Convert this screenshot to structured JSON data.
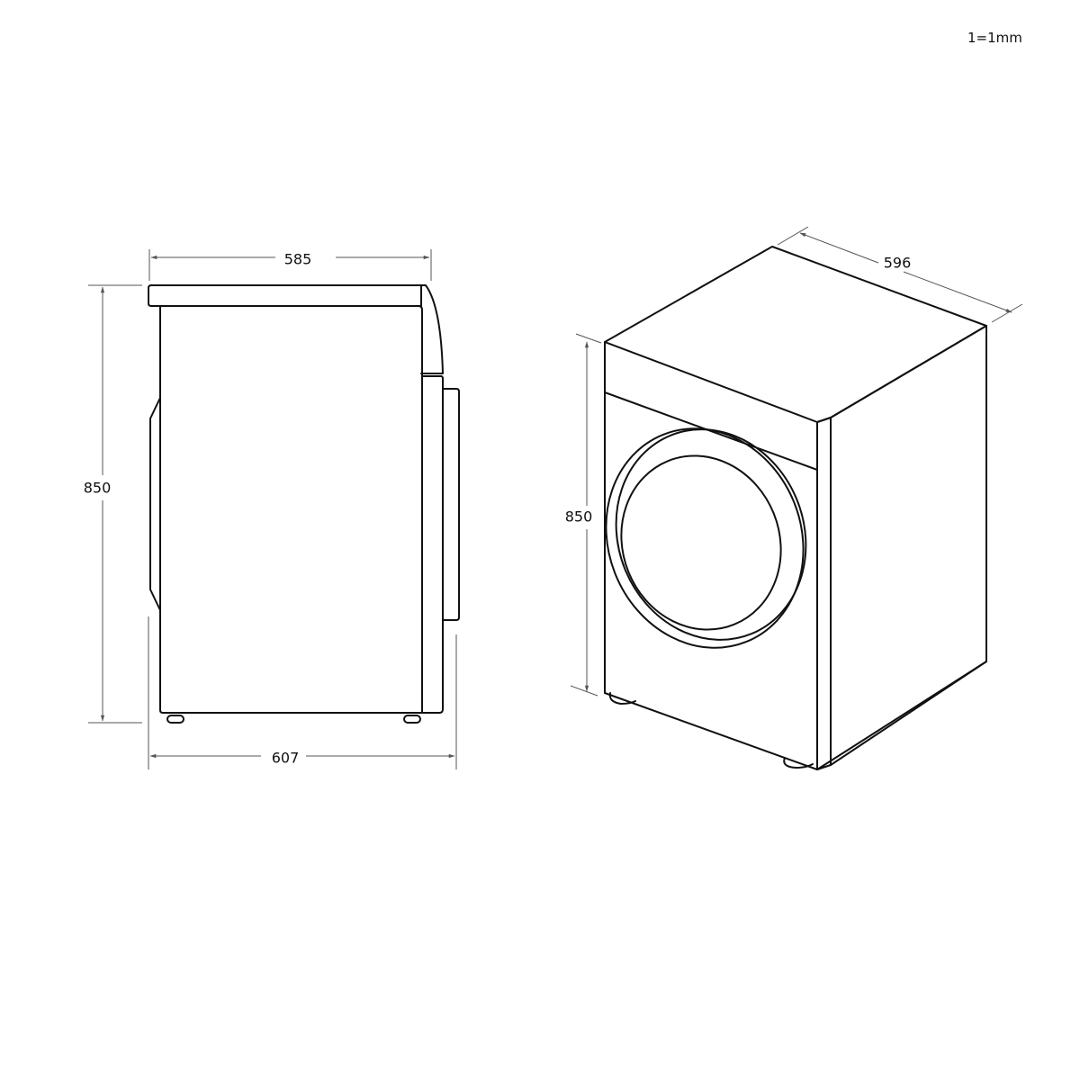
{
  "scale_note": "1=1mm",
  "side_view": {
    "top_width_label": "585",
    "height_label": "850",
    "bottom_depth_label": "607"
  },
  "iso_view": {
    "width_label": "596",
    "height_label": "850"
  },
  "colors": {
    "line": "#111111",
    "dimension_line": "#555555",
    "background": "#ffffff"
  }
}
